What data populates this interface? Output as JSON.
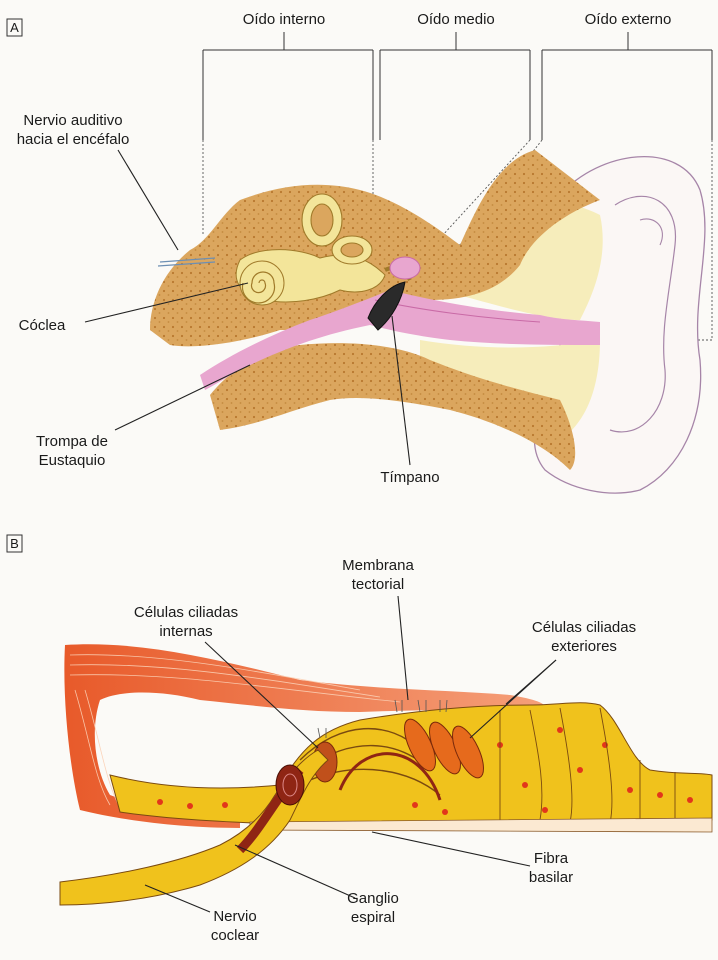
{
  "panel_a": {
    "letter": "A",
    "sections": {
      "inner": "Oído interno",
      "middle": "Oído medio",
      "outer": "Oído externo"
    },
    "labels": {
      "nerve_line1": "Nervio auditivo",
      "nerve_line2": "hacia el encéfalo",
      "cochlea": "Cóclea",
      "eustachian_line1": "Trompa de",
      "eustachian_line2": "Eustaquio",
      "tympanum": "Tímpano"
    }
  },
  "panel_b": {
    "letter": "B",
    "labels": {
      "tectorial_line1": "Membrana",
      "tectorial_line2": "tectorial",
      "inner_hair_line1": "Células ciliadas",
      "inner_hair_line2": "internas",
      "outer_hair_line1": "Células ciliadas",
      "outer_hair_line2": "exteriores",
      "basilar_line1": "Fibra",
      "basilar_line2": "basilar",
      "ganglion_line1": "Ganglio",
      "ganglion_line2": "espiral",
      "nerve_line1": "Nervio",
      "nerve_line2": "coclear"
    }
  },
  "colors": {
    "bone": "#dba65e",
    "bone_dots": "#b8782f",
    "pink": "#e8a6cf",
    "cream": "#f6edbb",
    "cochlea_yellow": "#f3e59a",
    "tissue_yellow": "#f0c21c",
    "tissue_red": "#e2361b",
    "nerve_dark": "#8f2514",
    "outer_cell": "#e66a1c"
  }
}
